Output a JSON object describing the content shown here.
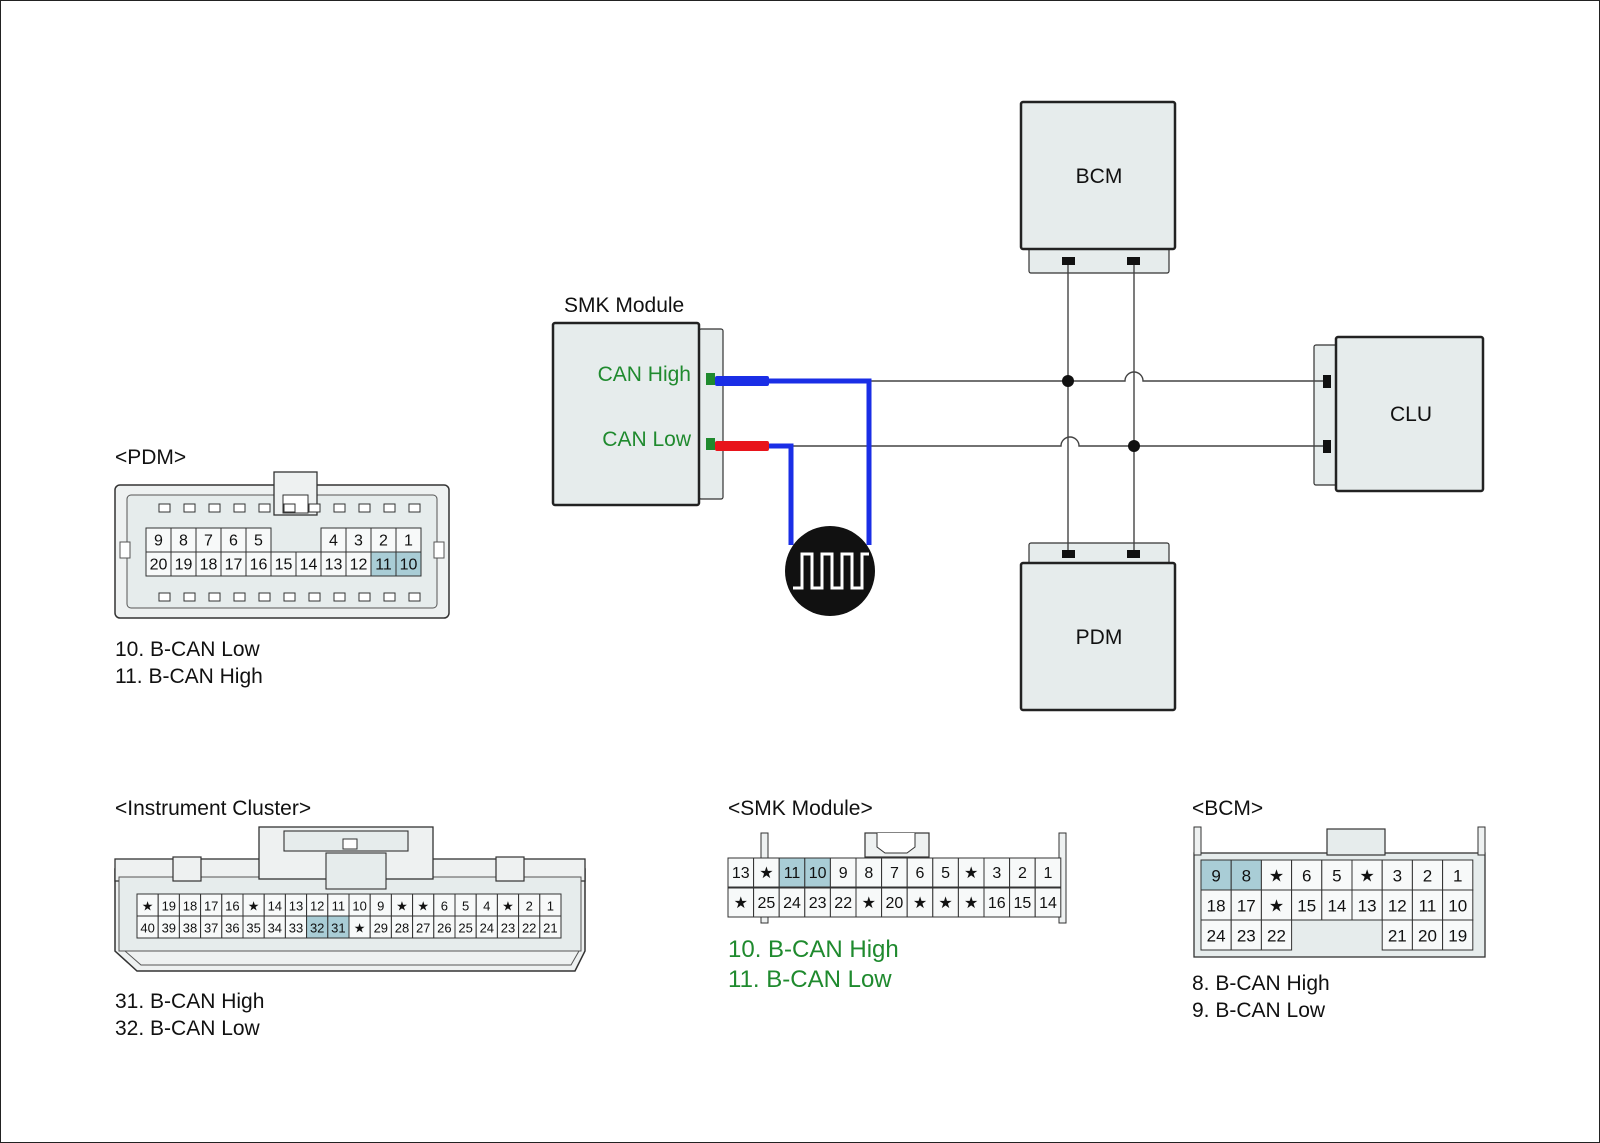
{
  "modules": {
    "smk": {
      "title": "SMK Module",
      "can_high": "CAN High",
      "can_low": "CAN Low"
    },
    "bcm": "BCM",
    "clu": "CLU",
    "pdm": "PDM"
  },
  "colors": {
    "module_fill": "#e6ecec",
    "highlight_pin": "#a9cdd6",
    "can_high_wire": "#1a2ee6",
    "can_low_stub": "#e8141b",
    "signal_text": "#1f8a2e",
    "pin_marker": "#1f8a2e"
  },
  "icons": {
    "oscilloscope": "square-wave-icon"
  },
  "connectors": {
    "pdm": {
      "title": "<PDM>",
      "row1": [
        "9",
        "8",
        "7",
        "6",
        "5",
        "",
        "",
        "4",
        "3",
        "2",
        "1"
      ],
      "row2": [
        "20",
        "19",
        "18",
        "17",
        "16",
        "15",
        "14",
        "13",
        "12",
        "11",
        "10"
      ],
      "highlight": [
        "11",
        "10"
      ],
      "pins": [
        "10. B-CAN Low",
        "11. B-CAN High"
      ]
    },
    "cluster": {
      "title": "<Instrument Cluster>",
      "row1": [
        "★",
        "19",
        "18",
        "17",
        "16",
        "★",
        "14",
        "13",
        "12",
        "11",
        "10",
        "9",
        "★",
        "★",
        "6",
        "5",
        "4",
        "★",
        "2",
        "1"
      ],
      "row2": [
        "40",
        "39",
        "38",
        "37",
        "36",
        "35",
        "34",
        "33",
        "32",
        "31",
        "★",
        "29",
        "28",
        "27",
        "26",
        "25",
        "24",
        "23",
        "22",
        "21"
      ],
      "highlight": [
        "32",
        "31"
      ],
      "pins": [
        "31. B-CAN High",
        "32. B-CAN Low"
      ]
    },
    "smk": {
      "title": "<SMK Module>",
      "row1": [
        "13",
        "★",
        "11",
        "10",
        "9",
        "8",
        "7",
        "6",
        "5",
        "★",
        "3",
        "2",
        "1"
      ],
      "row2": [
        "★",
        "25",
        "24",
        "23",
        "22",
        "★",
        "20",
        "★",
        "★",
        "★",
        "16",
        "15",
        "14"
      ],
      "highlight": [
        "11",
        "10"
      ],
      "pins": [
        "10. B-CAN High",
        "11. B-CAN Low"
      ]
    },
    "bcm": {
      "title": "<BCM>",
      "row1": [
        "9",
        "8",
        "★",
        "6",
        "5",
        "★",
        "3",
        "2",
        "1"
      ],
      "row2": [
        "18",
        "17",
        "★",
        "15",
        "14",
        "13",
        "12",
        "11",
        "10"
      ],
      "row3": [
        "24",
        "23",
        "22",
        "",
        "",
        "",
        "21",
        "20",
        "19"
      ],
      "highlight": [
        "9",
        "8"
      ],
      "pins": [
        "8. B-CAN High",
        "9. B-CAN Low"
      ]
    }
  }
}
